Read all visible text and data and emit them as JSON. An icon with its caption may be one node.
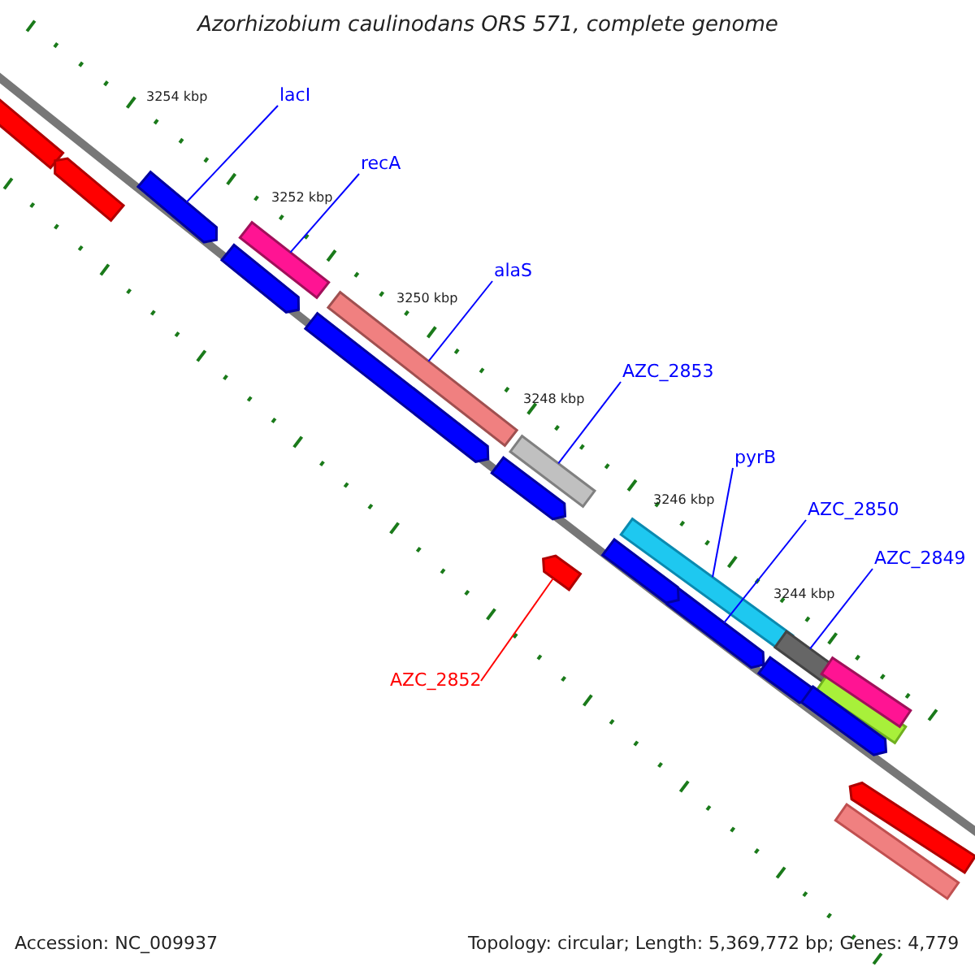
{
  "diagram": {
    "title": "Azorhizobium caulinodans ORS 571, complete genome",
    "nodes": [
      {
        "text": [
          "lacI"
        ]
      },
      {
        "text": [],
        "shape": "bar"
      },
      {
        "text": [
          "recA"
        ]
      },
      {
        "text": [],
        "shape": "bar"
      },
      {
        "text": [
          "alaS"
        ]
      },
      {
        "text": [],
        "shape": "bar"
      },
      {
        "text": [
          "AZC_2853"
        ]
      },
      {
        "text": [],
        "shape": "bar"
      },
      {
        "text": [
          "pyrB"
        ]
      },
      {
        "text": [],
        "shape": "bar"
      },
      {
        "text": [
          "AZC_2850"
        ]
      },
      {
        "text": [],
        "shape": "bar"
      },
      {
        "text": [
          "AZC_2849"
        ]
      },
      {
        "text": [],
        "shape": "bar"
      },
      {
        "text": [
          "AZC_2852"
        ]
      },
      {
        "text": [],
        "shape": "bar"
      },
      {
        "text": [],
        "shape": "bar"
      },
      {
        "text": [],
        "shape": "bar"
      },
      {
        "text": [],
        "shape": "bar"
      },
      {
        "text": [],
        "shape": "bar"
      },
      {
        "text": [],
        "shape": "bar"
      },
      {
        "text": [],
        "shape": "bar"
      },
      {
        "text": [],
        "shape": "bar"
      },
      {
        "text": [],
        "shape": "bar"
      },
      {
        "text": [],
        "shape": "bar"
      },
      {
        "text": [],
        "shape": "bar"
      },
      {
        "text": [],
        "shape": "bar"
      },
      {
        "text": [],
        "shape": "bar"
      }
    ],
    "edges": [
      {
        "from": 0,
        "to": 1,
        "arrow": "none"
      },
      {
        "from": 2,
        "to": 3,
        "arrow": "none"
      },
      {
        "from": 4,
        "to": 5,
        "arrow": "none"
      },
      {
        "from": 6,
        "to": 7,
        "arrow": "none"
      },
      {
        "from": 8,
        "to": 9,
        "arrow": "none"
      },
      {
        "from": 10,
        "to": 11,
        "arrow": "none"
      },
      {
        "from": 12,
        "to": 13,
        "arrow": "none"
      },
      {
        "from": 14,
        "to": 15,
        "arrow": "none",
        "color": "#ff0000"
      }
    ],
    "labels": [
      "3254 kbp",
      "3252 kbp",
      "3250 kbp",
      "3248 kbp",
      "3246 kbp",
      "3244 kbp",
      "Accession: NC_009937",
      "Topology: circular; Length: 5,369,772 bp; Genes: 4,779"
    ]
  }
}
